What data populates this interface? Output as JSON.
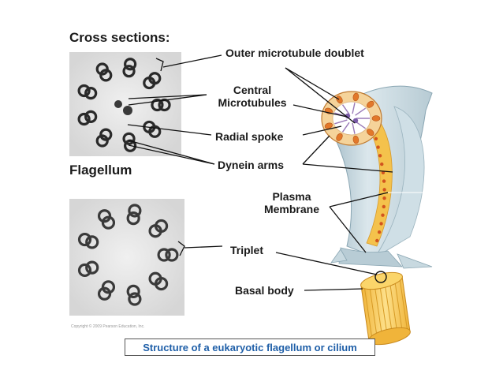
{
  "diagram": {
    "heading": "Cross sections:",
    "flagellum_label": "Flagellum",
    "labels": {
      "outer_doublet": "Outer microtubule doublet",
      "central_line1": "Central",
      "central_line2": "Microtubules",
      "radial_spoke": "Radial spoke",
      "dynein_arms": "Dynein arms",
      "plasma_line1": "Plasma",
      "plasma_line2": "Membrane",
      "triplet": "Triplet",
      "basal_body": "Basal body"
    },
    "copyright": "Copyright © 2009 Pearson Education, Inc.",
    "caption": "Structure of a eukaryotic flagellum or cilium"
  },
  "colors": {
    "caption_text": "#1f5fa8",
    "label_text": "#1a1a1a",
    "membrane": "#a9c3cf",
    "microtubule_core": "#f2c04a",
    "dynein_orange": "#e07a2a",
    "basal_body": "#f4c44e"
  }
}
